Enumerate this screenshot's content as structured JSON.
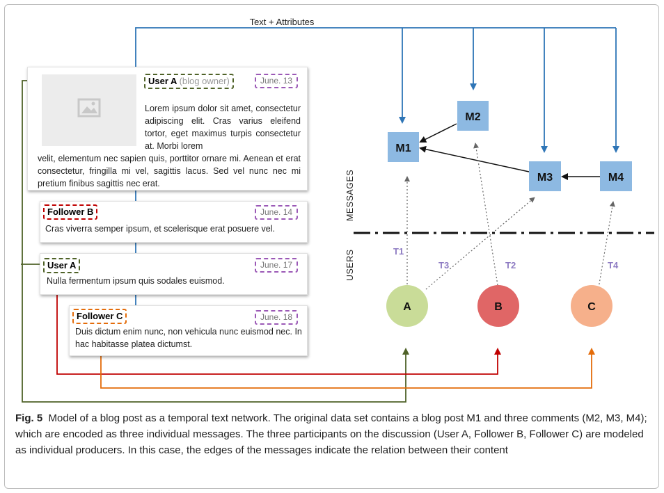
{
  "top_label": "Text + Attributes",
  "posts": [
    {
      "author": "User A",
      "author_note": "(blog owner)",
      "date": "June. 13",
      "text_wrap": "Lorem ipsum dolor sit amet, consectetur adipiscing elit. Cras varius eleifend tortor, eget maximus turpis consectetur at. Morbi lorem",
      "text_full": "velit, elementum nec sapien quis, porttitor ornare mi. Aenean et erat consectetur, fringilla mi vel, sagittis lacus. Sed vel nunc nec mi pretium finibus sagittis nec erat."
    },
    {
      "author": "Follower B",
      "date": "June. 14",
      "text": "Cras viverra semper ipsum, et scelerisque erat posuere vel."
    },
    {
      "author": "User A",
      "date": "June. 17",
      "text": "Nulla fermentum ipsum quis sodales euismod."
    },
    {
      "author": "Follower C",
      "date": "June. 18",
      "text": "Duis dictum enim nunc, non vehicula nunc euismod nec. In hac habitasse platea dictumst."
    }
  ],
  "messages": [
    "M1",
    "M2",
    "M3",
    "M4"
  ],
  "users": [
    "A",
    "B",
    "C"
  ],
  "transitions": [
    "T1",
    "T2",
    "T3",
    "T4"
  ],
  "axis_labels": {
    "messages": "MESSAGES",
    "users": "USERS"
  },
  "colors": {
    "message_fill": "#8db9e2",
    "link_blue": "#2e75b6",
    "user_a": "#c9dc98",
    "user_b": "#e06666",
    "user_c": "#f6b08b",
    "green_line": "#4f6228",
    "red_line": "#c00000",
    "orange_line": "#e46c0a",
    "transition_label": "#8e7cc3"
  },
  "caption": {
    "fig": "Fig. 5",
    "text": "Model of a blog post as a temporal text network. The original data set contains a blog post M1 and three comments (M2, M3, M4); which are encoded as three individual messages. The three participants on the discussion (User A, Follower B, Follower C) are modeled as individual producers. In this case, the edges of the messages indicate the relation between their content"
  }
}
